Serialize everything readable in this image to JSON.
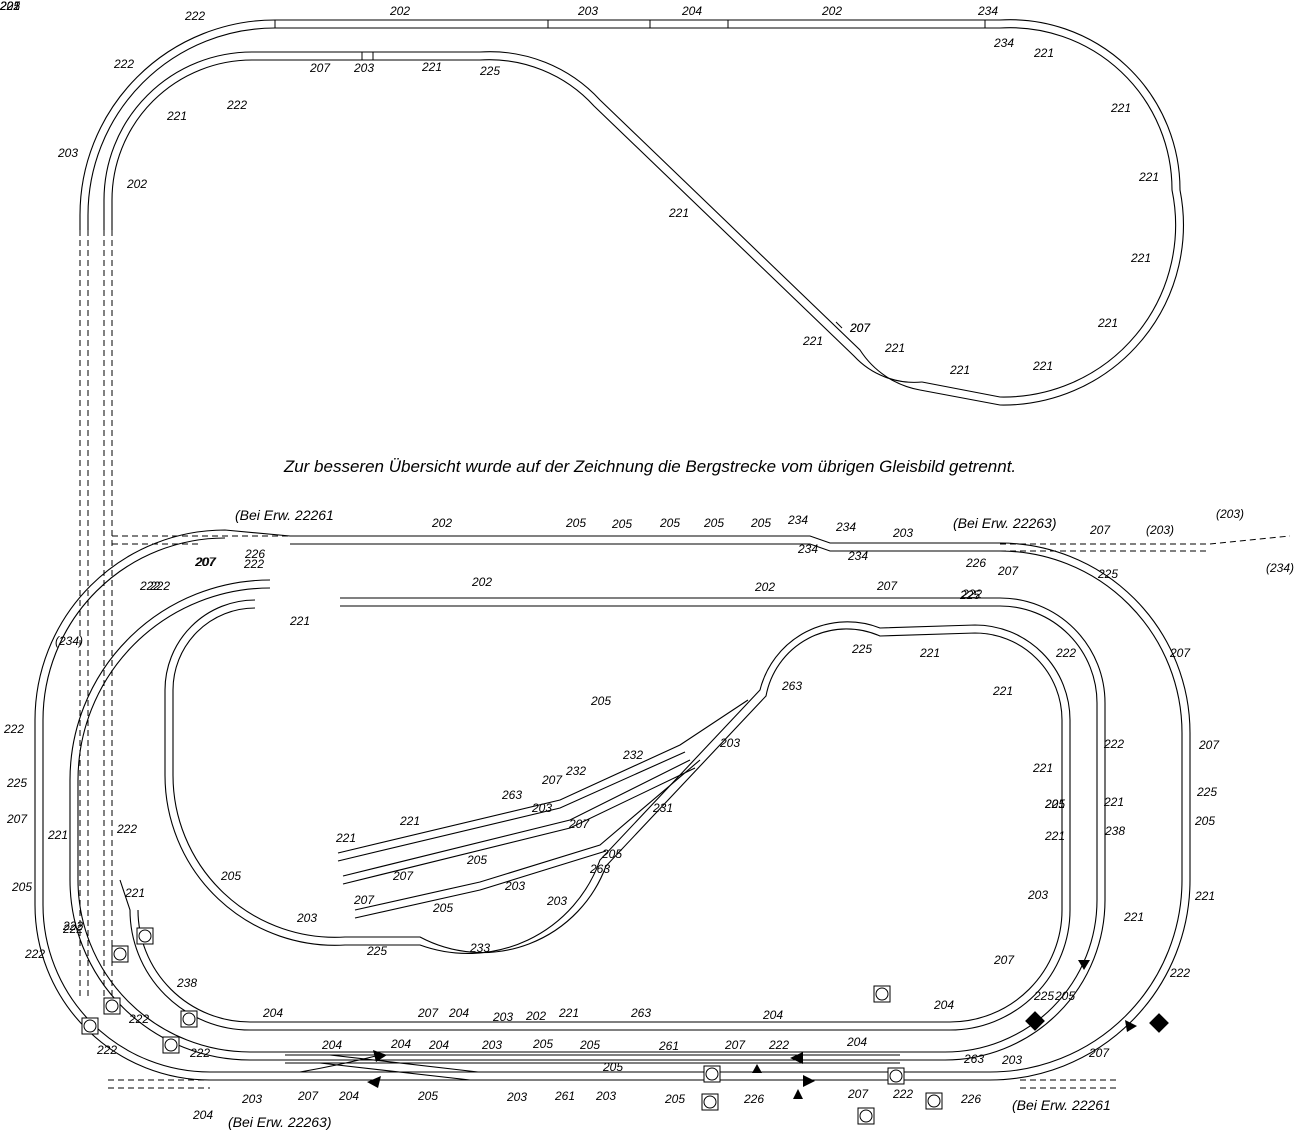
{
  "note": "Zur besseren Übersicht wurde auf der Zeichnung die Bergstrecke vom übrigen Gleisbild getrennt.",
  "extension_notes": {
    "top_left": "(Bei Erw. 22261",
    "top_right": "(Bei Erw. 22263)",
    "bottom_left": "(Bei Erw. 22263)",
    "bottom_right": "(Bei Erw. 22261"
  },
  "labels": [
    "222",
    "202",
    "203",
    "204",
    "202",
    "234",
    "234",
    "221",
    "221",
    "221",
    "221",
    "221",
    "207",
    "221",
    "221",
    "221",
    "222",
    "203",
    "207",
    "203",
    "221",
    "225",
    "222",
    "221",
    "202",
    "221",
    "221",
    "207",
    "202",
    "205",
    "205",
    "205",
    "205",
    "205",
    "234",
    "234",
    "234",
    "234",
    "203",
    "207",
    "226",
    "226",
    "207",
    "222",
    "202",
    "202",
    "207",
    "222",
    "221",
    "225",
    "221",
    "222",
    "222",
    "221",
    "221",
    "221",
    "207",
    "232",
    "232",
    "263",
    "203",
    "263",
    "221",
    "205",
    "207",
    "221",
    "205",
    "203",
    "231",
    "205",
    "263",
    "207",
    "207",
    "205",
    "203",
    "203",
    "233",
    "205",
    "203",
    "225",
    "221",
    "238",
    "221",
    "203",
    "221",
    "207",
    "204",
    "205",
    "221",
    "222",
    "205",
    "225",
    "207",
    "207",
    "225",
    "205",
    "221",
    "222",
    "238",
    "222",
    "222",
    "222",
    "203",
    "207",
    "204",
    "204",
    "207",
    "204",
    "203",
    "202",
    "221",
    "263",
    "204",
    "204",
    "204",
    "204",
    "204",
    "203",
    "205",
    "205",
    "261",
    "207",
    "222",
    "204",
    "205",
    "263",
    "203",
    "207",
    "205",
    "203",
    "261",
    "203",
    "205",
    "226",
    "207",
    "222",
    "226",
    "222",
    "207",
    "(203)",
    "(203)",
    "(234)",
    "(234)",
    "222",
    "222",
    "225",
    "207",
    "205",
    "225",
    "222",
    "222",
    "225",
    "207",
    "221",
    "222",
    "221",
    "222",
    "205"
  ]
}
